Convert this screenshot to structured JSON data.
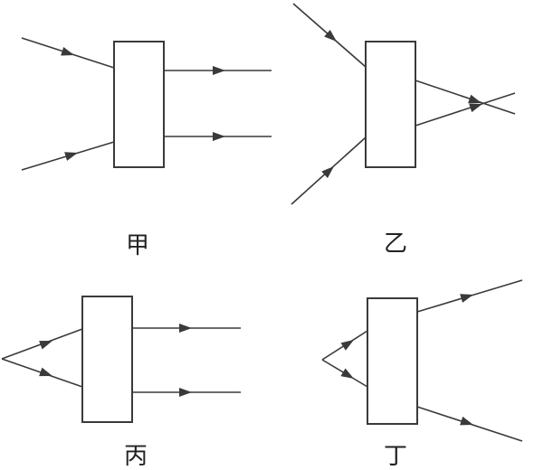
{
  "colors": {
    "line": "#3a3a3a",
    "text": "#222222",
    "background": "#ffffff"
  },
  "panels": {
    "jia": {
      "label": "甲"
    },
    "yi": {
      "label": "乙"
    },
    "bing": {
      "label": "丙"
    },
    "ding": {
      "label": "丁"
    }
  }
}
